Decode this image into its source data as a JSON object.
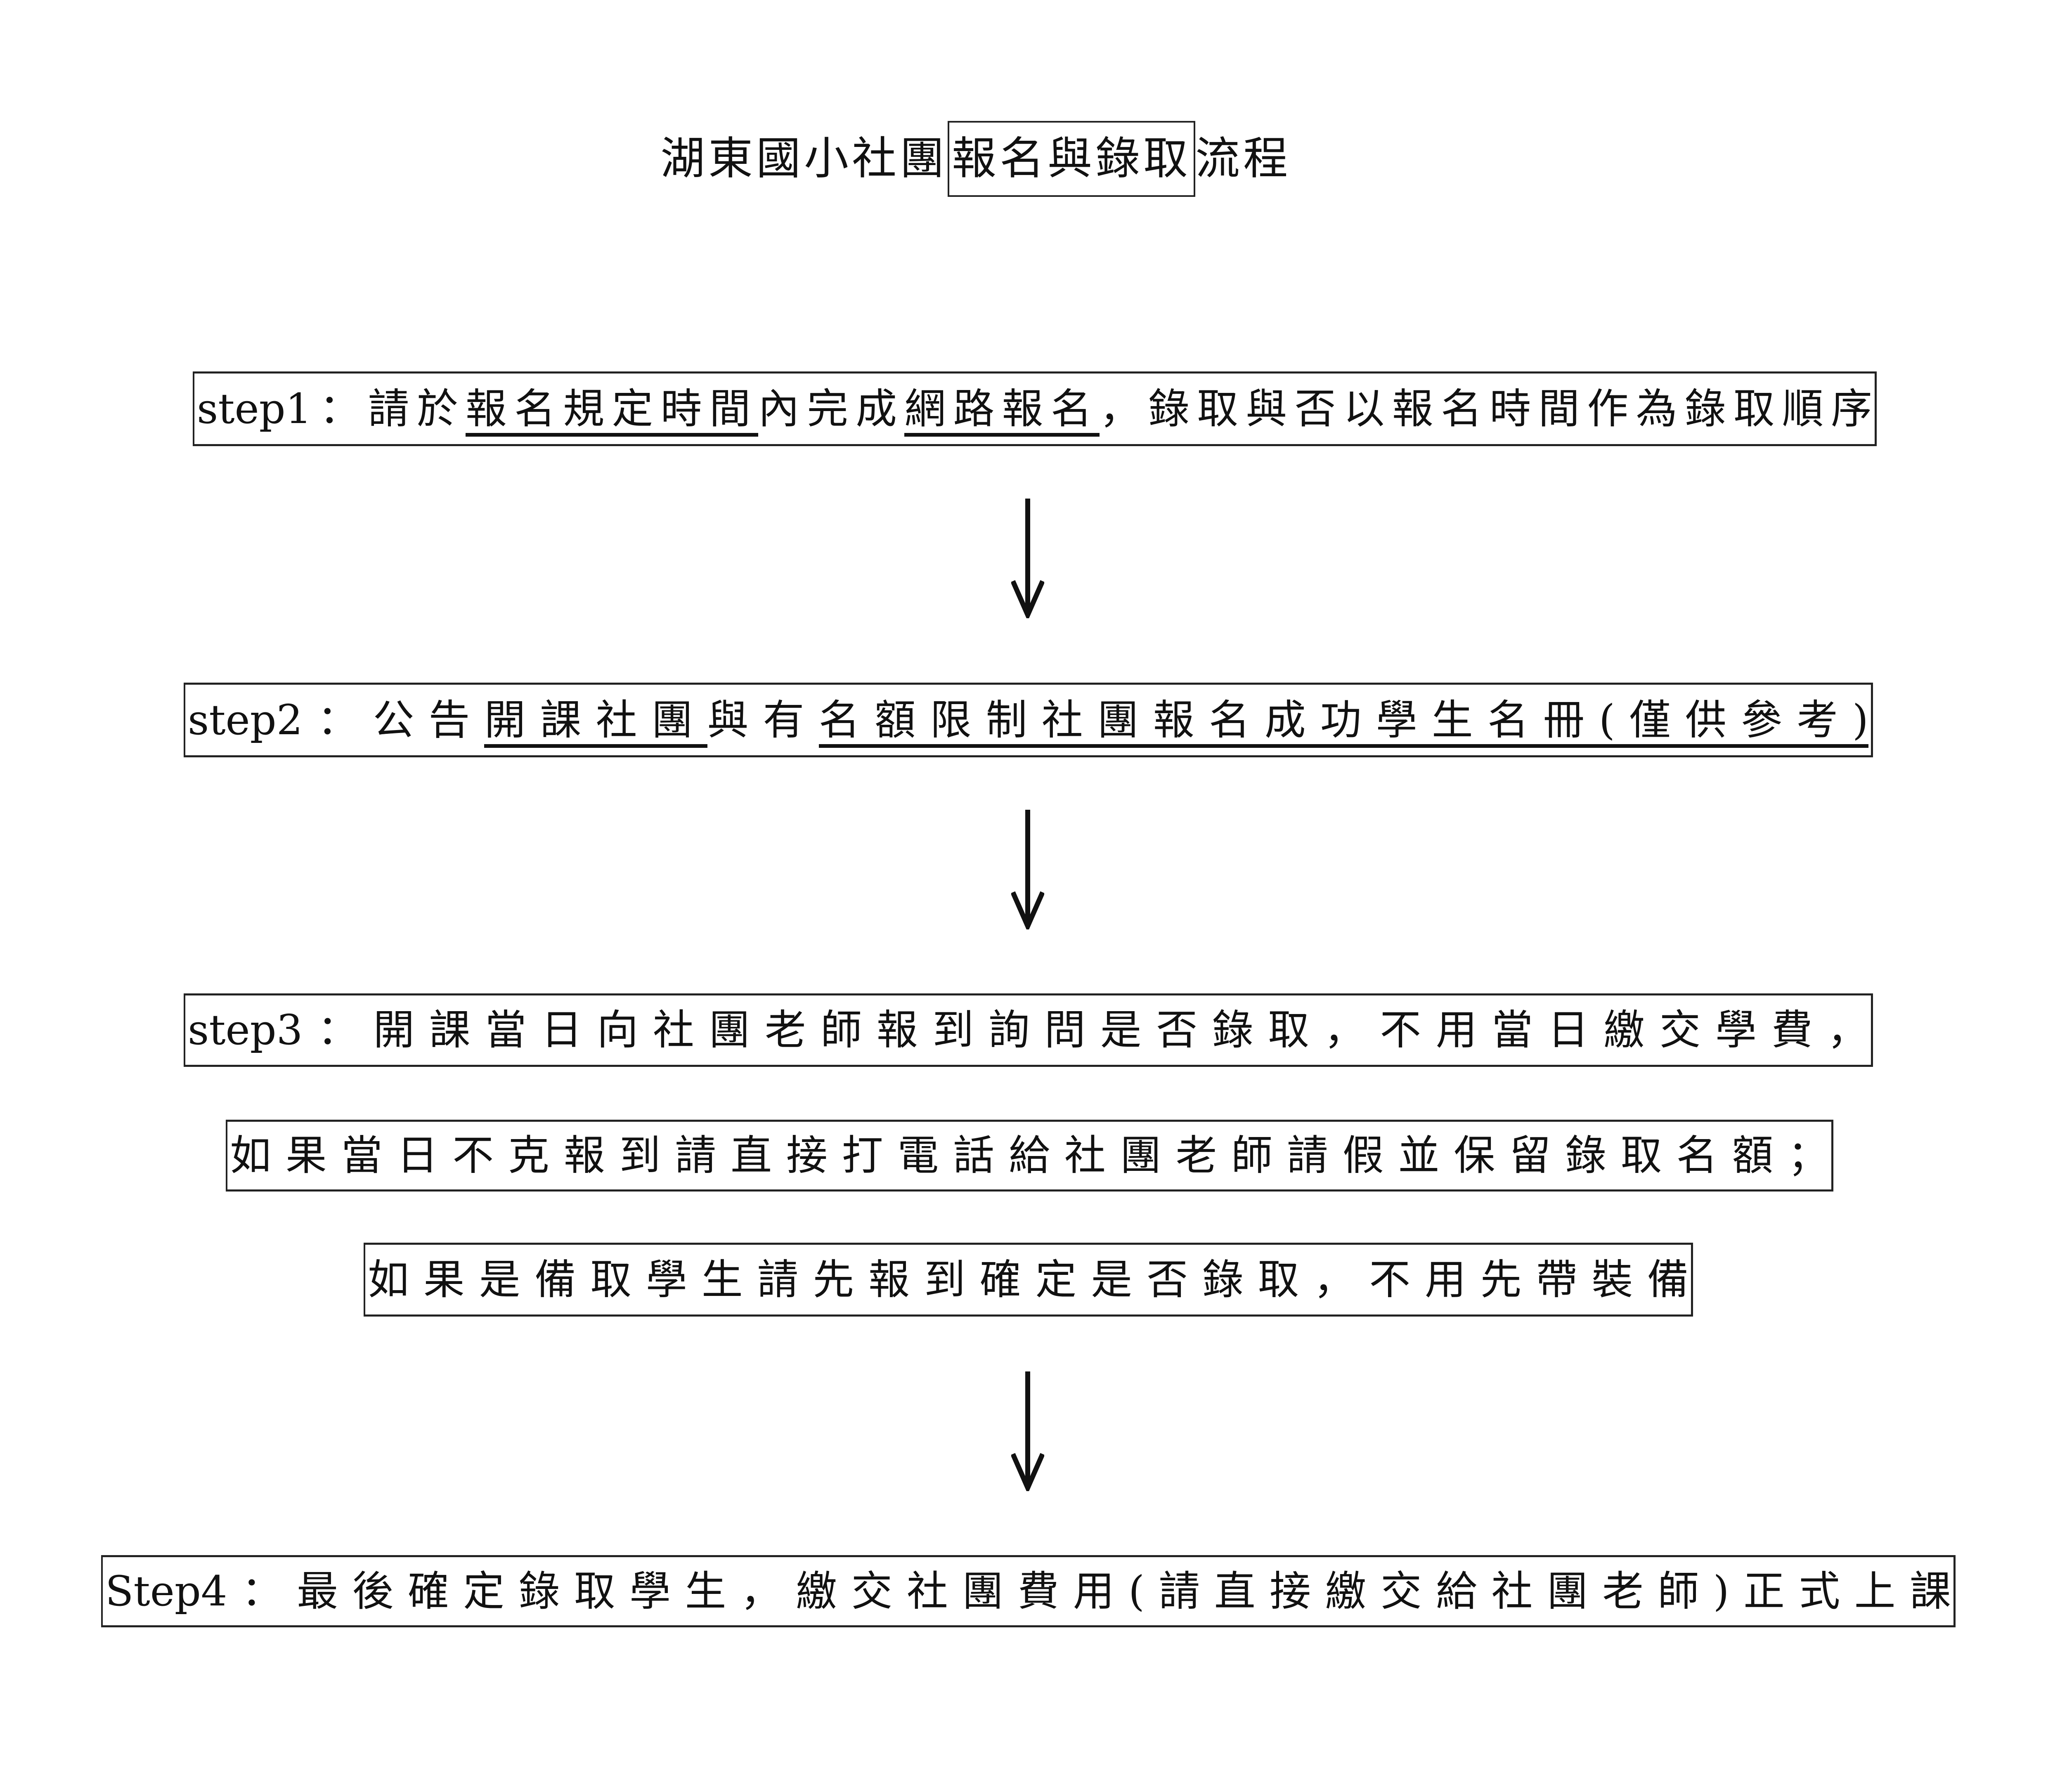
{
  "title": {
    "before": "湖東國小社團",
    "boxed": "報名與錄取",
    "after": "流程"
  },
  "steps": [
    {
      "segments": [
        {
          "text": "step1：請於",
          "underline": false
        },
        {
          "text": "報名規定時間",
          "underline": true
        },
        {
          "text": "內完成",
          "underline": false
        },
        {
          "text": "網路報名",
          "underline": true
        },
        {
          "text": "，錄取與否以報名時間作為錄取順序",
          "underline": false
        }
      ]
    },
    {
      "segments": [
        {
          "text": "step2：公告",
          "underline": false
        },
        {
          "text": "開課社團",
          "underline": true
        },
        {
          "text": "與有",
          "underline": false
        },
        {
          "text": "名額限制社團報名成功學生名冊(僅供參考)",
          "underline": true
        }
      ]
    },
    {
      "lines": [
        "step3：開課當日向社團老師報到詢問是否錄取，不用當日繳交學費，",
        "如果當日不克報到請直接打電話給社團老師請假並保留錄取名額；",
        "如果是備取學生請先報到確定是否錄取，不用先帶裝備"
      ]
    },
    {
      "text": "Step4：最後確定錄取學生，繳交社團費用(請直接繳交給社團老師)正式上課"
    }
  ],
  "arrows": [
    {
      "icon": "down-arrow-icon"
    },
    {
      "icon": "down-arrow-icon"
    },
    {
      "icon": "down-arrow-icon"
    }
  ]
}
